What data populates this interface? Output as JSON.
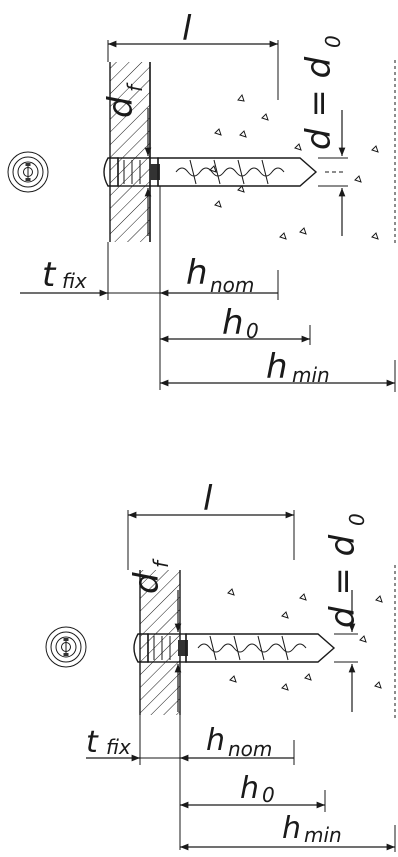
{
  "diagrams": [
    {
      "id": "top",
      "labels": {
        "l": "l",
        "d_eq": "d = d",
        "d_eq_sub": "0",
        "d": "d",
        "df": "d",
        "df_sub": "f",
        "tfix": "t",
        "tfix_sub": "fix",
        "hnom": "h",
        "hnom_sub": "nom",
        "h0": "h",
        "h0_sub": "0",
        "hmin": "h",
        "hmin_sub": "min"
      }
    },
    {
      "id": "bottom",
      "labels": {
        "l": "l",
        "d_eq": "d = d",
        "d_eq_sub": "0",
        "d": "d",
        "df": "d",
        "df_sub": "f",
        "tfix": "t",
        "tfix_sub": "fix",
        "hnom": "h",
        "hnom_sub": "nom",
        "h0": "h",
        "h0_sub": "0",
        "hmin": "h",
        "hmin_sub": "min"
      }
    }
  ]
}
